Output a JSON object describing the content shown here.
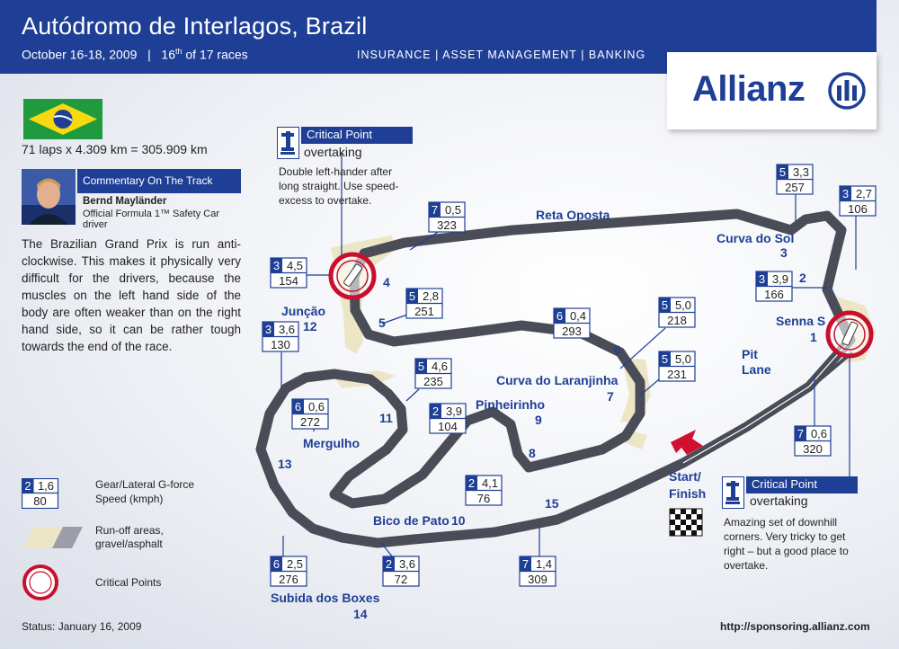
{
  "header": {
    "title": "Autódromo de Interlagos, Brazil",
    "date": "October 16-18, 2009",
    "sep": "|",
    "race_ord": "16",
    "race_ord_suffix": "th",
    "race_of": "of 17 races",
    "tagline": "INSURANCE | ASSET MANAGEMENT | BANKING"
  },
  "logo": {
    "text": "Allianz"
  },
  "laps_line": "71 laps x 4.309 km = 305.909 km",
  "commentary": {
    "header": "Commentary On The Track",
    "name": "Bernd Mayländer",
    "role": "Official Formula 1™ Safety Car driver",
    "text": "The Brazilian Grand Prix is run anti-clockwise. This makes it physically very difficult for the drivers, because the muscles on the left hand side of the body are often weaker than on the right hand side, so it can be rather tough towards the end of the race."
  },
  "legend": {
    "sample_gear": "2",
    "sample_g": "1,6",
    "sample_speed": "80",
    "gear_label": "Gear/Lateral G-force",
    "speed_label": "Speed (kmph)",
    "runoff_label1": "Run-off areas,",
    "runoff_label2": "gravel/asphalt",
    "critical_label": "Critical Points"
  },
  "critical_points": [
    {
      "title": "Critical Point",
      "sub": "overtaking",
      "desc": [
        "Double left-hander after",
        "long straight. Use speed-",
        "excess to overtake."
      ]
    },
    {
      "title": "Critical Point",
      "sub": "overtaking",
      "desc": [
        "Amazing set of downhill",
        "corners. Very tricky to get",
        "right – but a good place to",
        "overtake."
      ]
    }
  ],
  "track_labels": {
    "reta_oposta": "Reta Oposta",
    "curva_do_sol": "Curva do Sol",
    "n3": "3",
    "n2": "2",
    "senna_s": "Senna S",
    "n1": "1",
    "pit": "Pit",
    "lane": "Lane",
    "start": "Start/",
    "finish": "Finish",
    "juncao": "Junção",
    "n12": "12",
    "n4": "4",
    "n5": "5",
    "n6": "6",
    "curva_laranjinha": "Curva do Laranjinha",
    "n7": "7",
    "pinheirinho": "Pinheirinho",
    "n9": "9",
    "n8": "8",
    "n11": "11",
    "mergulho": "Mergulho",
    "n13": "13",
    "bico_de_pato": "Bico de Pato",
    "n10": "10",
    "n15": "15",
    "subida": "Subida dos Boxes",
    "n14": "14"
  },
  "gear_boxes": [
    {
      "gear": "5",
      "g": "3,3",
      "speed": "257"
    },
    {
      "gear": "3",
      "g": "2,7",
      "speed": "106"
    },
    {
      "gear": "7",
      "g": "0,5",
      "speed": "323"
    },
    {
      "gear": "3",
      "g": "4,5",
      "speed": "154"
    },
    {
      "gear": "5",
      "g": "2,8",
      "speed": "251"
    },
    {
      "gear": "3",
      "g": "3,9",
      "speed": "166"
    },
    {
      "gear": "6",
      "g": "0,4",
      "speed": "293"
    },
    {
      "gear": "5",
      "g": "5,0",
      "speed": "218"
    },
    {
      "gear": "3",
      "g": "3,6",
      "speed": "130"
    },
    {
      "gear": "5",
      "g": "5,0",
      "speed": "231"
    },
    {
      "gear": "5",
      "g": "4,6",
      "speed": "235"
    },
    {
      "gear": "6",
      "g": "0,6",
      "speed": "272"
    },
    {
      "gear": "2",
      "g": "3,9",
      "speed": "104"
    },
    {
      "gear": "7",
      "g": "0,6",
      "speed": "320"
    },
    {
      "gear": "2",
      "g": "4,1",
      "speed": "76"
    },
    {
      "gear": "6",
      "g": "2,5",
      "speed": "276"
    },
    {
      "gear": "2",
      "g": "3,6",
      "speed": "72"
    },
    {
      "gear": "7",
      "g": "1,4",
      "speed": "309"
    }
  ],
  "footer": {
    "status": "Status: January 16, 2009",
    "url": "http://sponsoring.allianz.com"
  },
  "colors": {
    "brand": "#1e3f95",
    "track": "#4a4d57",
    "runoff": "#ece6c6",
    "critical": "#c8102e"
  }
}
